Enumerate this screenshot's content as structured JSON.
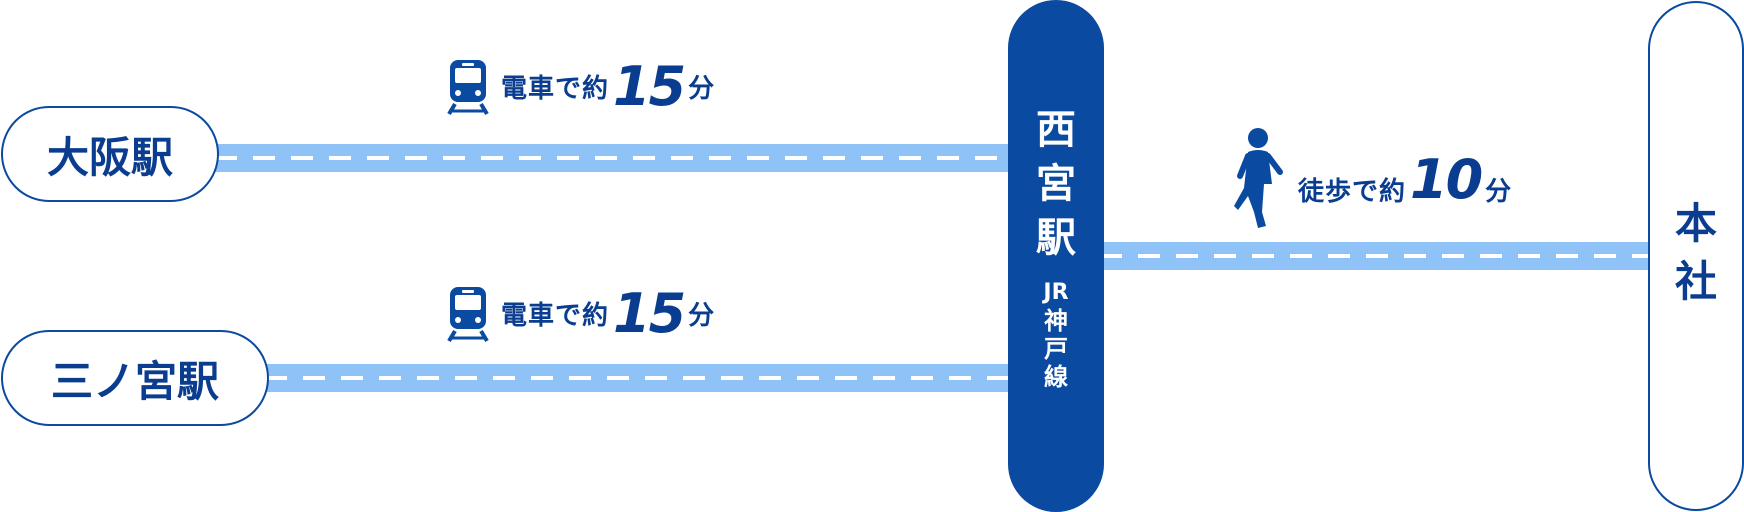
{
  "stations": {
    "osaka": "大阪駅",
    "sannomiya": "三ノ宮駅"
  },
  "hub": {
    "chars": [
      "西",
      "宮",
      "駅"
    ],
    "line_chars": [
      "J",
      "R",
      "神",
      "戸",
      "線"
    ]
  },
  "destination": {
    "chars": [
      "本",
      "社"
    ]
  },
  "routes": {
    "osaka": {
      "mode_icon": "train-icon",
      "label": "電車で約",
      "number": "15",
      "unit": "分"
    },
    "sannomiya": {
      "mode_icon": "train-icon",
      "label": "電車で約",
      "number": "15",
      "unit": "分"
    },
    "walk": {
      "mode_icon": "walking-person-icon",
      "label": "徒歩で約",
      "number": "10",
      "unit": "分"
    }
  },
  "colors": {
    "primary": "#0a4aa0",
    "track": "#8fc3f7",
    "white": "#ffffff"
  }
}
